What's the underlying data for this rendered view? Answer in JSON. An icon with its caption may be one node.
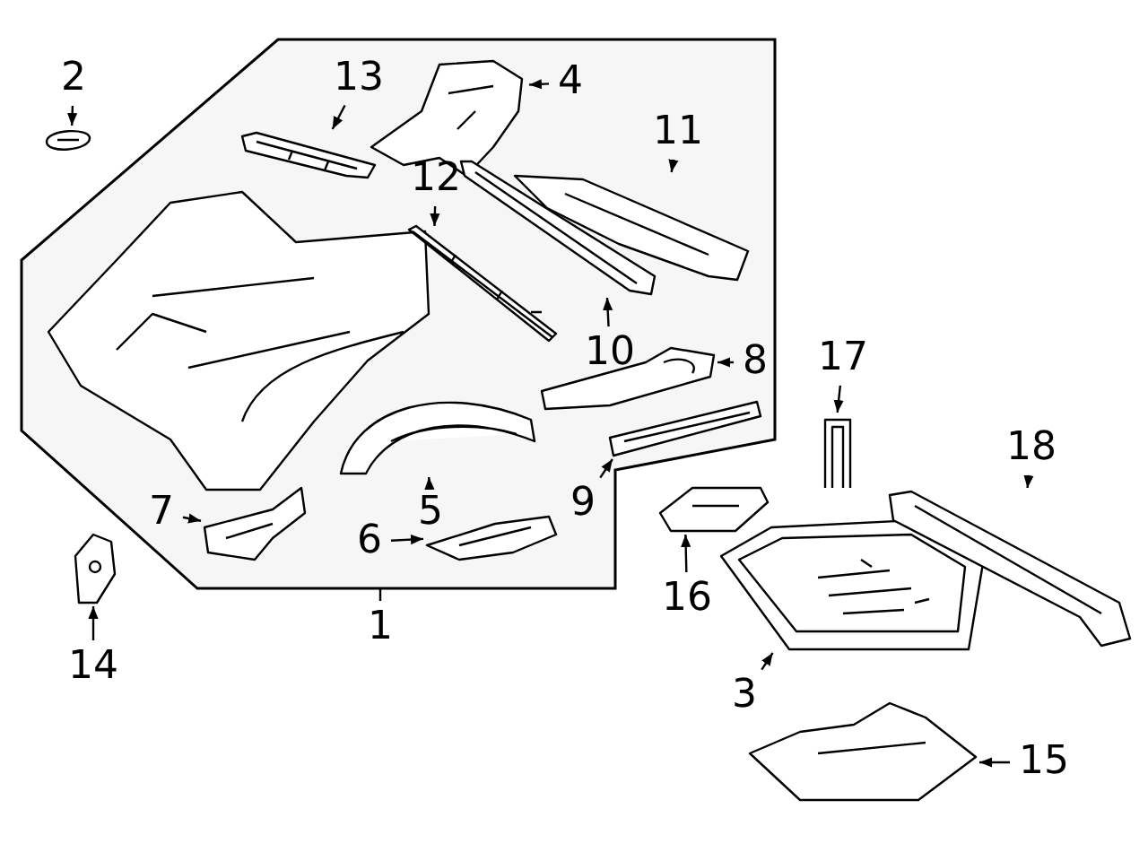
{
  "diagram": {
    "nodes": [
      {
        "text": [],
        "shape": "picture"
      },
      {
        "text": [
          "1"
        ]
      },
      {
        "text": [
          "2"
        ]
      },
      {
        "text": [],
        "shape": "picture"
      },
      {
        "text": [
          "3"
        ]
      },
      {
        "text": [],
        "shape": "picture"
      },
      {
        "text": [
          "4"
        ],
        "in": 0
      },
      {
        "text": [],
        "shape": "picture",
        "in": 0
      },
      {
        "text": [
          "5"
        ],
        "in": 0
      },
      {
        "text": [],
        "shape": "picture",
        "in": 0
      },
      {
        "text": [
          "6"
        ],
        "in": 0
      },
      {
        "text": [],
        "shape": "picture",
        "in": 0
      },
      {
        "text": [
          "7"
        ],
        "in": 0
      },
      {
        "text": [],
        "shape": "picture",
        "in": 0
      },
      {
        "text": [
          "8"
        ],
        "in": 0
      },
      {
        "text": [],
        "shape": "picture",
        "in": 0
      },
      {
        "text": [
          "9"
        ],
        "in": 0
      },
      {
        "text": [],
        "shape": "picture",
        "in": 0
      },
      {
        "text": [
          "10"
        ],
        "in": 0
      },
      {
        "text": [],
        "shape": "picture",
        "in": 0
      },
      {
        "text": [
          "11"
        ],
        "in": 0
      },
      {
        "text": [],
        "shape": "picture",
        "in": 0
      },
      {
        "text": [
          "12"
        ],
        "in": 0
      },
      {
        "text": [],
        "shape": "picture",
        "in": 0
      },
      {
        "text": [
          "13"
        ],
        "in": 0
      },
      {
        "text": [],
        "shape": "picture",
        "in": 0
      },
      {
        "text": [
          "14"
        ]
      },
      {
        "text": [],
        "shape": "picture"
      },
      {
        "text": [
          "15"
        ]
      },
      {
        "text": [],
        "shape": "picture"
      },
      {
        "text": [
          "16"
        ]
      },
      {
        "text": [],
        "shape": "picture"
      },
      {
        "text": [
          "17"
        ]
      },
      {
        "text": [],
        "shape": "picture"
      },
      {
        "text": [
          "18"
        ]
      },
      {
        "text": [],
        "shape": "picture"
      }
    ],
    "edges": [
      {
        "from": 1,
        "to": 0,
        "arrow": "none"
      },
      {
        "from": 2,
        "to": 3,
        "arrow": "to"
      },
      {
        "from": 4,
        "to": 5,
        "arrow": "to"
      },
      {
        "from": 6,
        "to": 7,
        "arrow": "to"
      },
      {
        "from": 8,
        "to": 9,
        "arrow": "to"
      },
      {
        "from": 10,
        "to": 11,
        "arrow": "to"
      },
      {
        "from": 12,
        "to": 13,
        "arrow": "to"
      },
      {
        "from": 14,
        "to": 15,
        "arrow": "to"
      },
      {
        "from": 16,
        "to": 17,
        "arrow": "to"
      },
      {
        "from": 18,
        "to": 19,
        "arrow": "to"
      },
      {
        "from": 20,
        "to": 21,
        "arrow": "to"
      },
      {
        "from": 22,
        "to": 23,
        "arrow": "to"
      },
      {
        "from": 24,
        "to": 25,
        "arrow": "to"
      },
      {
        "from": 26,
        "to": 27,
        "arrow": "to"
      },
      {
        "from": 28,
        "to": 29,
        "arrow": "to"
      },
      {
        "from": 30,
        "to": 31,
        "arrow": "to"
      },
      {
        "from": 32,
        "to": 33,
        "arrow": "to"
      },
      {
        "from": 34,
        "to": 35,
        "arrow": "to"
      }
    ]
  }
}
